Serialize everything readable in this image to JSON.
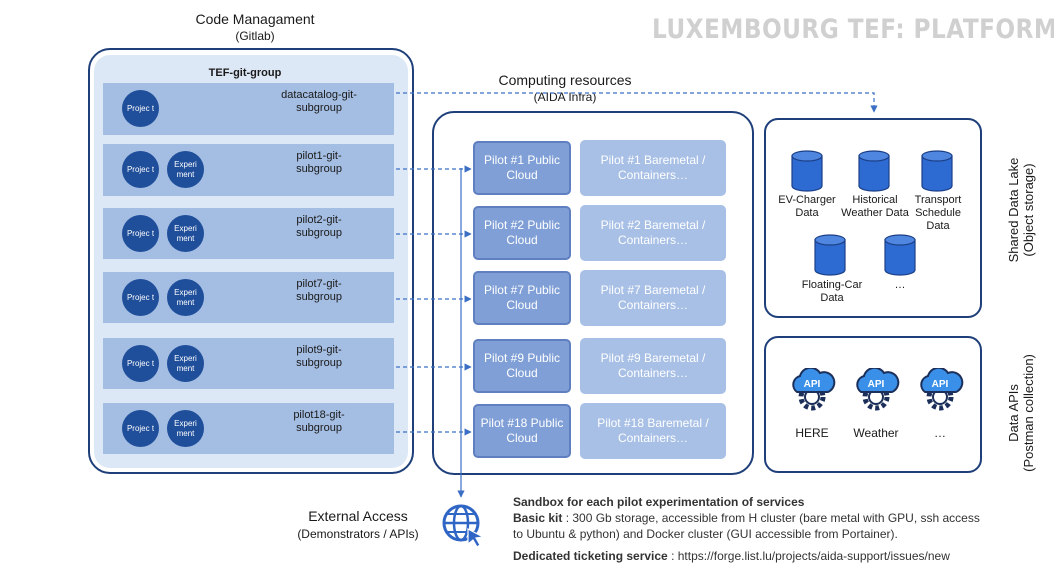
{
  "header": {
    "platform_title": "LUXEMBOURG TEF: PLATFORM"
  },
  "code_management": {
    "title": "Code Managament",
    "subtitle": "(Gitlab)",
    "group_label": "TEF-git-group",
    "project_label": "Projec t",
    "experiment_label": "Experi ment",
    "subgroups": [
      {
        "name": "datacatalog-git-subgroup",
        "has_experiment": false
      },
      {
        "name": "pilot1-git-subgroup",
        "has_experiment": true
      },
      {
        "name": "pilot2-git-subgroup",
        "has_experiment": true
      },
      {
        "name": "pilot7-git-subgroup",
        "has_experiment": true
      },
      {
        "name": "pilot9-git-subgroup",
        "has_experiment": true
      },
      {
        "name": "pilot18-git-subgroup",
        "has_experiment": true
      }
    ]
  },
  "computing": {
    "title": "Computing resources",
    "subtitle": "(AIDA Infra)",
    "pilots": [
      {
        "cloud": "Pilot #1 Public Cloud",
        "bare": "Pilot #1 Baremetal / Containers…"
      },
      {
        "cloud": "Pilot #2 Public Cloud",
        "bare": "Pilot #2 Baremetal / Containers…"
      },
      {
        "cloud": "Pilot #7 Public Cloud",
        "bare": "Pilot #7 Baremetal / Containers…"
      },
      {
        "cloud": "Pilot #9 Public Cloud",
        "bare": "Pilot #9 Baremetal / Containers…"
      },
      {
        "cloud": "Pilot #18 Public Cloud",
        "bare": "Pilot #18 Baremetal / Containers…"
      }
    ]
  },
  "data_lake": {
    "title": "Shared Data Lake",
    "subtitle": "(Object storage)",
    "items": [
      "EV-Charger Data",
      "Historical Weather Data",
      "Transport Schedule Data",
      "Floating-Car Data",
      "…"
    ]
  },
  "data_apis": {
    "title": "Data APIs",
    "subtitle": "(Postman collection)",
    "icon_text": "API",
    "items": [
      "HERE",
      "Weather",
      "…"
    ]
  },
  "external": {
    "title": "External Access",
    "subtitle": "(Demonstrators / APIs)"
  },
  "notes": {
    "sandbox_title": "Sandbox for each pilot experimentation of services",
    "basic_kit_label": "Basic kit",
    "basic_kit_text": " : 300 Gb storage, accessible from H cluster (bare metal with GPU, ssh access to Ubuntu & python) and Docker cluster (GUI accessible from Portainer).",
    "ticketing_label": "Dedicated ticketing service",
    "ticketing_text": ": https://forge.list.lu/projects/aida-support/issues/new"
  },
  "colors": {
    "dark_blue": "#1f3f7a",
    "node_blue": "#1f4e9a",
    "row_blue": "#a4bde2",
    "panel_bg": "#dde8f6",
    "pilot_blue": "#7f9fd6",
    "bare_blue": "#a8c0e6",
    "cylinder_blue": "#2d6ad1",
    "api_cloud_blue": "#3a8fe8",
    "title_gray": "#d0d0d0"
  }
}
